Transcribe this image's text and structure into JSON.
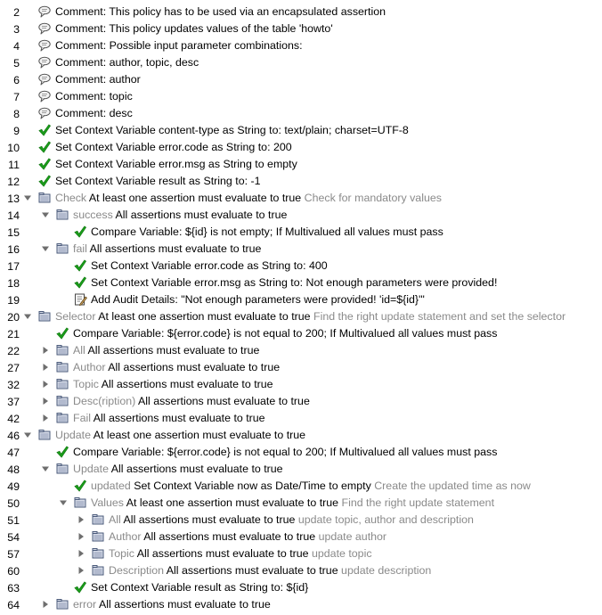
{
  "rows": [
    {
      "num": "2",
      "level": 0,
      "icon": "comment-icon",
      "toggle": "none",
      "text": "Comment: This policy has to be used via an encapsulated assertion"
    },
    {
      "num": "3",
      "level": 0,
      "icon": "comment-icon",
      "toggle": "none",
      "text": "Comment: This policy updates values of the table 'howto'"
    },
    {
      "num": "4",
      "level": 0,
      "icon": "comment-icon",
      "toggle": "none",
      "text": "Comment: Possible input parameter combinations:"
    },
    {
      "num": "5",
      "level": 0,
      "icon": "comment-icon",
      "toggle": "none",
      "text": "Comment: author, topic, desc"
    },
    {
      "num": "6",
      "level": 0,
      "icon": "comment-icon",
      "toggle": "none",
      "text": "Comment: author"
    },
    {
      "num": "7",
      "level": 0,
      "icon": "comment-icon",
      "toggle": "none",
      "text": "Comment: topic"
    },
    {
      "num": "8",
      "level": 0,
      "icon": "comment-icon",
      "toggle": "none",
      "text": "Comment: desc"
    },
    {
      "num": "9",
      "level": 0,
      "icon": "checkmark-icon",
      "toggle": "none",
      "text": "Set Context Variable content-type as String to: text/plain; charset=UTF-8"
    },
    {
      "num": "10",
      "level": 0,
      "icon": "checkmark-icon",
      "toggle": "none",
      "text": "Set Context Variable error.code as String to: 200"
    },
    {
      "num": "11",
      "level": 0,
      "icon": "checkmark-icon",
      "toggle": "none",
      "text": "Set Context Variable error.msg as String to empty"
    },
    {
      "num": "12",
      "level": 0,
      "icon": "checkmark-icon",
      "toggle": "none",
      "text": "Set Context Variable result as String to: -1"
    },
    {
      "num": "13",
      "level": 0,
      "icon": "folder-icon",
      "toggle": "expanded",
      "prefix": "Check",
      "text": "At least one assertion must evaluate to true",
      "suffix": "Check for mandatory values"
    },
    {
      "num": "14",
      "level": 1,
      "icon": "folder-icon",
      "toggle": "expanded",
      "prefix": "success",
      "text": "All assertions must evaluate to true"
    },
    {
      "num": "15",
      "level": 2,
      "icon": "checkmark-icon",
      "toggle": "none",
      "text": "Compare Variable: ${id} is not empty; If Multivalued all values must pass"
    },
    {
      "num": "16",
      "level": 1,
      "icon": "folder-icon",
      "toggle": "expanded",
      "prefix": "fail",
      "text": "All assertions must evaluate to true"
    },
    {
      "num": "17",
      "level": 2,
      "icon": "checkmark-icon",
      "toggle": "none",
      "text": "Set Context Variable error.code as String to: 400"
    },
    {
      "num": "18",
      "level": 2,
      "icon": "checkmark-icon",
      "toggle": "none",
      "text": "Set Context Variable error.msg as String to: Not enough parameters were provided!"
    },
    {
      "num": "19",
      "level": 2,
      "icon": "audit-icon",
      "toggle": "none",
      "text": "Add Audit Details: \"Not enough parameters were provided! 'id=${id}'\""
    },
    {
      "num": "20",
      "level": 0,
      "icon": "folder-icon",
      "toggle": "expanded",
      "prefix": "Selector",
      "text": "At least one assertion must evaluate to true",
      "suffix": "Find the right update statement and set the selector"
    },
    {
      "num": "21",
      "level": 1,
      "icon": "checkmark-icon",
      "toggle": "none",
      "text": "Compare Variable: ${error.code} is not equal to 200; If Multivalued all values must pass"
    },
    {
      "num": "22",
      "level": 1,
      "icon": "folder-icon",
      "toggle": "collapsed",
      "prefix": "All",
      "text": "All assertions must evaluate to true"
    },
    {
      "num": "27",
      "level": 1,
      "icon": "folder-icon",
      "toggle": "collapsed",
      "prefix": "Author",
      "text": "All assertions must evaluate to true"
    },
    {
      "num": "32",
      "level": 1,
      "icon": "folder-icon",
      "toggle": "collapsed",
      "prefix": "Topic",
      "text": "All assertions must evaluate to true"
    },
    {
      "num": "37",
      "level": 1,
      "icon": "folder-icon",
      "toggle": "collapsed",
      "prefix": "Desc(ription)",
      "text": "All assertions must evaluate to true"
    },
    {
      "num": "42",
      "level": 1,
      "icon": "folder-icon",
      "toggle": "collapsed",
      "prefix": "Fail",
      "text": "All assertions must evaluate to true"
    },
    {
      "num": "46",
      "level": 0,
      "icon": "folder-icon",
      "toggle": "expanded",
      "prefix": "Update",
      "text": "At least one assertion must evaluate to true"
    },
    {
      "num": "47",
      "level": 1,
      "icon": "checkmark-icon",
      "toggle": "none",
      "text": "Compare Variable: ${error.code} is not equal to 200; If Multivalued all values must pass"
    },
    {
      "num": "48",
      "level": 1,
      "icon": "folder-icon",
      "toggle": "expanded",
      "prefix": "Update",
      "text": "All assertions must evaluate to true"
    },
    {
      "num": "49",
      "level": 2,
      "icon": "checkmark-icon",
      "toggle": "none",
      "prefix": "updated",
      "text": "Set Context Variable now as Date/Time to empty",
      "suffix": "Create the updated time as now"
    },
    {
      "num": "50",
      "level": 2,
      "icon": "folder-icon",
      "toggle": "expanded",
      "prefix": "Values",
      "text": "At least one assertion must evaluate to true",
      "suffix": "Find the right update statement"
    },
    {
      "num": "51",
      "level": 3,
      "icon": "folder-icon",
      "toggle": "collapsed",
      "prefix": "All",
      "text": "All assertions must evaluate to true",
      "suffix": "update topic, author and description"
    },
    {
      "num": "54",
      "level": 3,
      "icon": "folder-icon",
      "toggle": "collapsed",
      "prefix": "Author",
      "text": "All assertions must evaluate to true",
      "suffix": "update author"
    },
    {
      "num": "57",
      "level": 3,
      "icon": "folder-icon",
      "toggle": "collapsed",
      "prefix": "Topic",
      "text": "All assertions must evaluate to true",
      "suffix": "update topic"
    },
    {
      "num": "60",
      "level": 3,
      "icon": "folder-icon",
      "toggle": "collapsed",
      "prefix": "Description",
      "text": "All assertions must evaluate to true",
      "suffix": "update description"
    },
    {
      "num": "63",
      "level": 2,
      "icon": "checkmark-icon",
      "toggle": "none",
      "text": "Set Context Variable result as String to: ${id}"
    },
    {
      "num": "64",
      "level": 1,
      "icon": "folder-icon",
      "toggle": "collapsed",
      "prefix": "error",
      "text": "All assertions must evaluate to true"
    }
  ]
}
